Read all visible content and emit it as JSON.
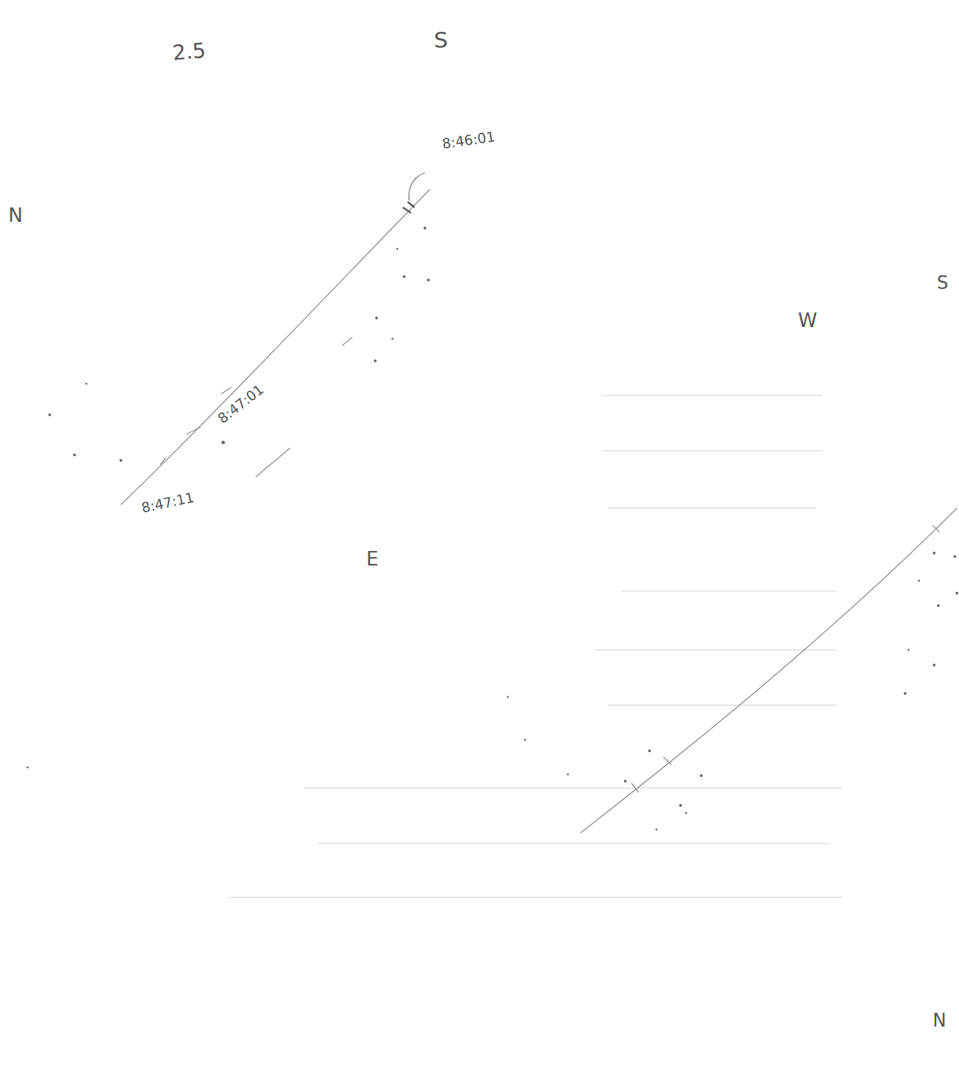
{
  "diagram": {
    "labels": [
      "2.5",
      "S",
      "8:46:01",
      "N",
      "S",
      "W",
      "8:47:01",
      "8:47:11",
      "E",
      "N"
    ]
  }
}
